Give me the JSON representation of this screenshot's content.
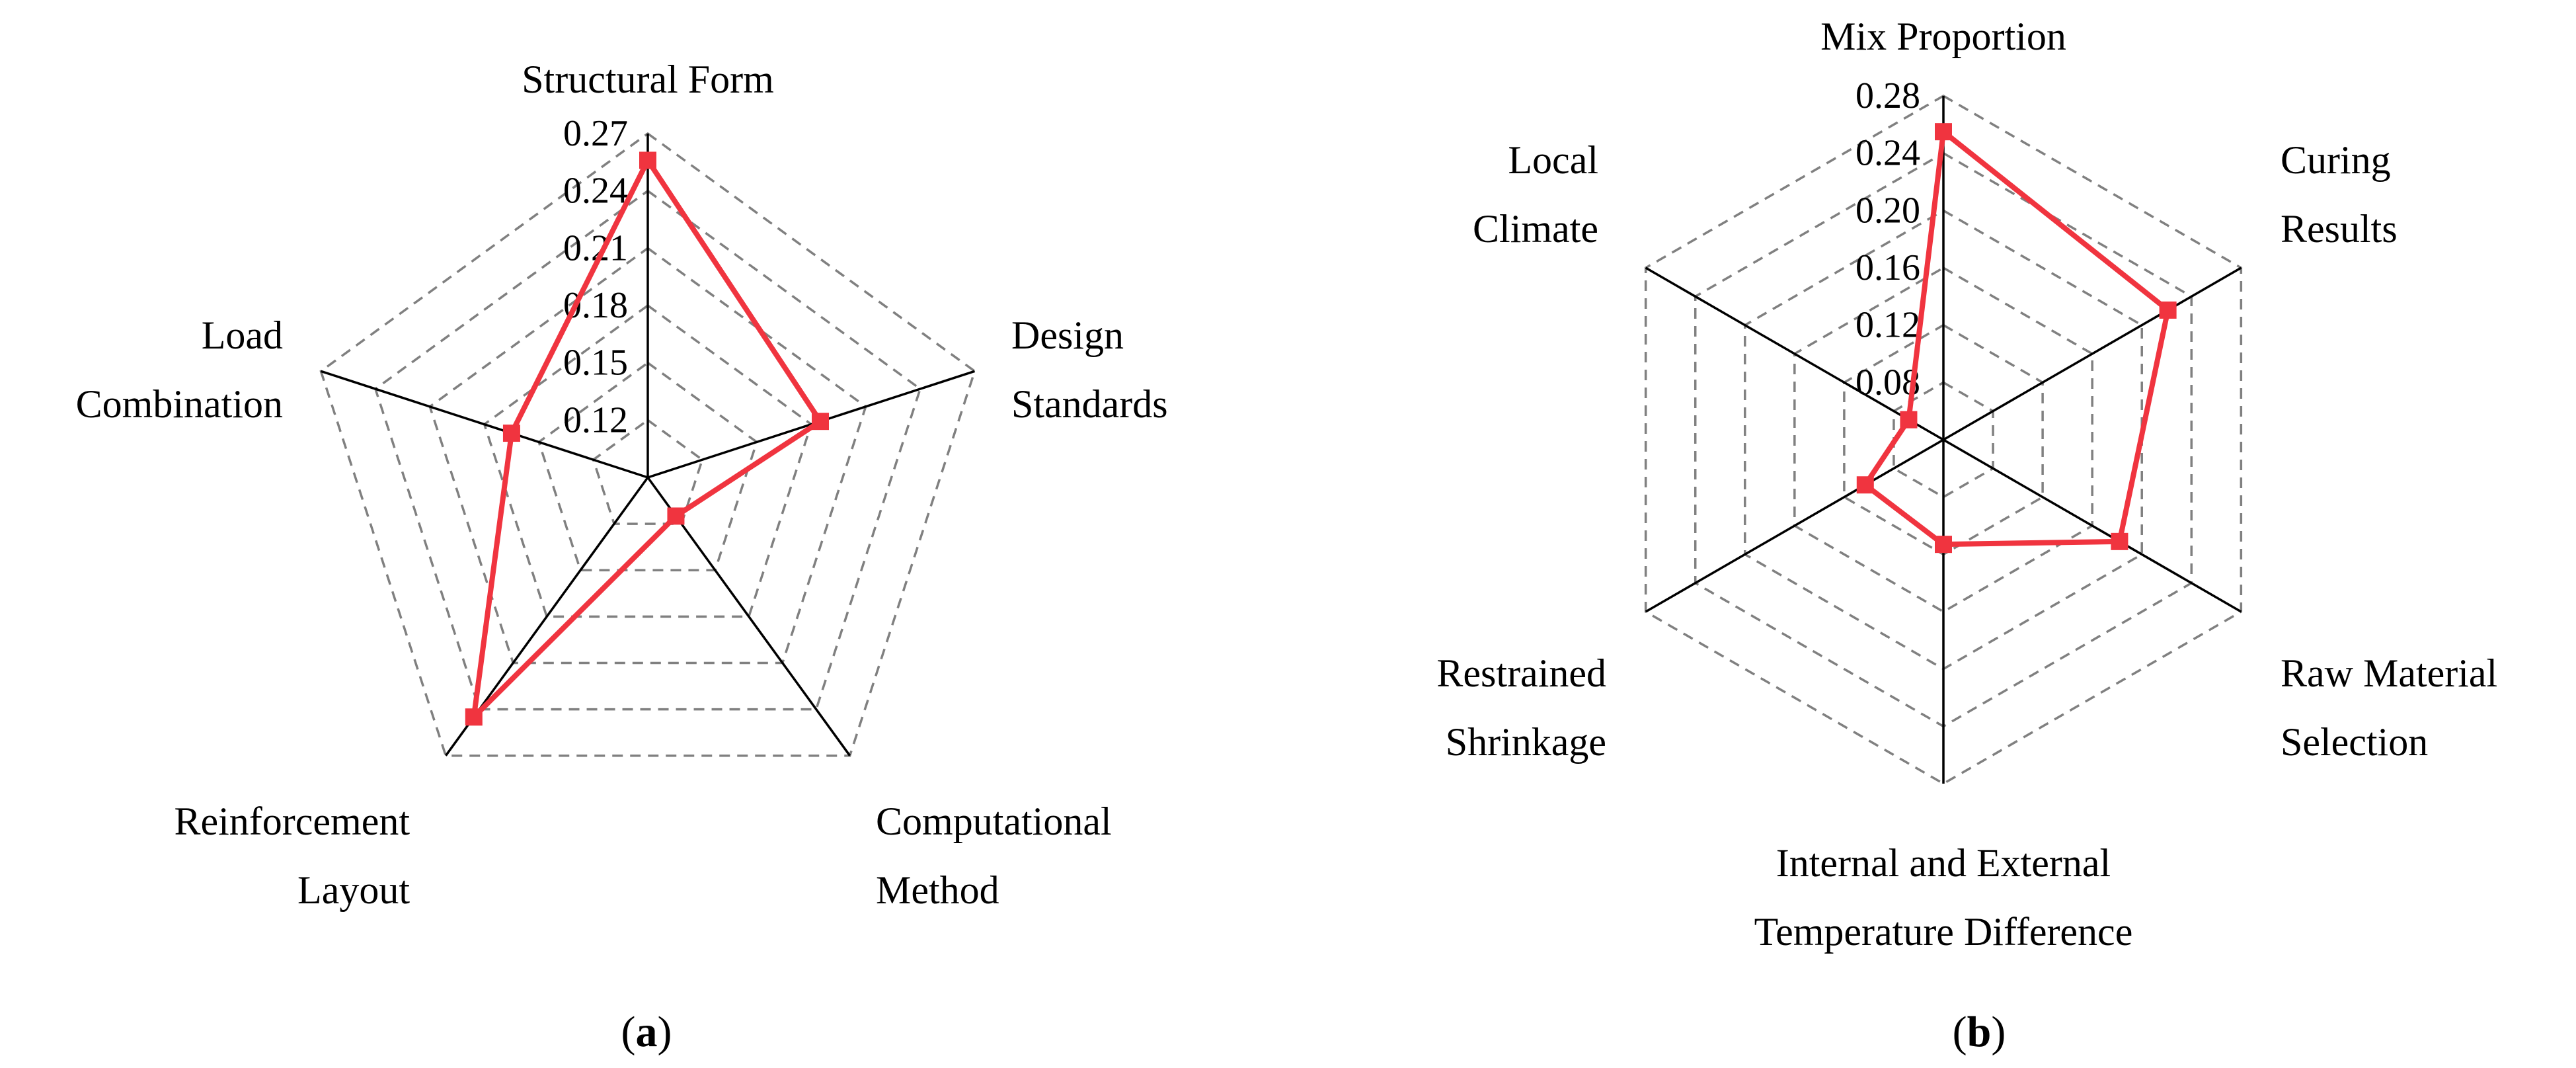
{
  "chart_data": [
    {
      "type": "radar",
      "panel_label": "a",
      "axes": [
        "Structural Form",
        "Design Standards",
        "Computational Method",
        "Reinforcement Layout",
        "Load Combination"
      ],
      "axis_label_lines": [
        [
          "Structural Form"
        ],
        [
          "Design",
          "Standards"
        ],
        [
          "Computational",
          "Method"
        ],
        [
          "Reinforcement",
          "Layout"
        ],
        [
          "Load",
          "Combination"
        ]
      ],
      "ticks": [
        "0.12",
        "0.15",
        "0.18",
        "0.21",
        "0.24",
        "0.27"
      ],
      "rlim": [
        0.09,
        0.27
      ],
      "grid": true,
      "series": [
        {
          "values": [
            0.256,
            0.185,
            0.115,
            0.245,
            0.165
          ],
          "color": "#f0343f"
        }
      ]
    },
    {
      "type": "radar",
      "panel_label": "b",
      "axes": [
        "Mix Proportion",
        "Curing Results",
        "Raw Material Selection",
        "Internal and External Temperature Difference",
        "Restrained Shrinkage",
        "Local Climate"
      ],
      "axis_label_lines": [
        [
          "Mix Proportion"
        ],
        [
          "Curing",
          "Results"
        ],
        [
          "Raw Material",
          "Selection"
        ],
        [
          "Internal and External",
          "Temperature Difference"
        ],
        [
          "Restrained",
          "Shrinkage"
        ],
        [
          "Local",
          "Climate"
        ]
      ],
      "ticks": [
        "0.08",
        "0.12",
        "0.16",
        "0.20",
        "0.24",
        "0.28"
      ],
      "rlim": [
        0.04,
        0.28
      ],
      "grid": true,
      "series": [
        {
          "values": [
            0.255,
            0.221,
            0.182,
            0.113,
            0.103,
            0.068
          ],
          "color": "#f0343f"
        }
      ]
    }
  ]
}
